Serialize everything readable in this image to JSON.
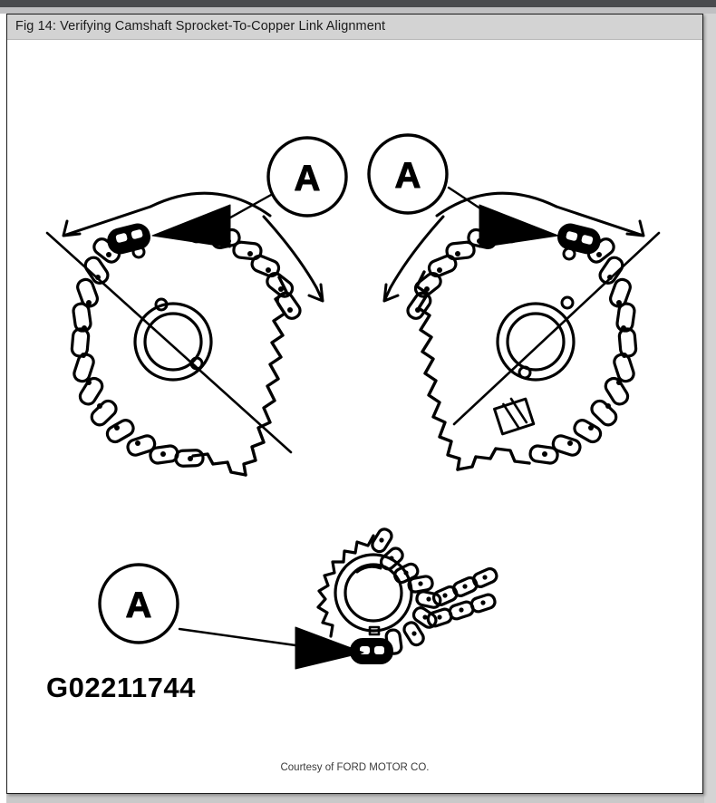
{
  "window": {
    "title": "Fig 14: Verifying Camshaft Sprocket-To-Copper Link Alignment"
  },
  "figure": {
    "code": "G02211744",
    "credit": "Courtesy of FORD MOTOR CO.",
    "callouts": [
      {
        "label": "A",
        "target": "left-sprocket-copper-link"
      },
      {
        "label": "A",
        "target": "right-sprocket-copper-link"
      },
      {
        "label": "A",
        "target": "bottom-sprocket-copper-link"
      }
    ],
    "views": [
      {
        "name": "left-camshaft-sprocket",
        "callout": "A",
        "has_rotation_arrow": true,
        "has_copper_link": true,
        "has_alignment_line": true
      },
      {
        "name": "right-camshaft-sprocket",
        "callout": "A",
        "has_rotation_arrow": true,
        "has_copper_link": true,
        "has_alignment_line": true,
        "has_hatched_marker": true
      },
      {
        "name": "bottom-crankshaft-sprocket",
        "callout": "A",
        "has_rotation_arrow": false,
        "has_copper_link": true,
        "has_alignment_line": false
      }
    ]
  },
  "colors": {
    "line": "#000000",
    "header_bg": "#d3d3d3",
    "page_bg": "#ffffff",
    "chrome_dark": "#4a4b4e"
  }
}
